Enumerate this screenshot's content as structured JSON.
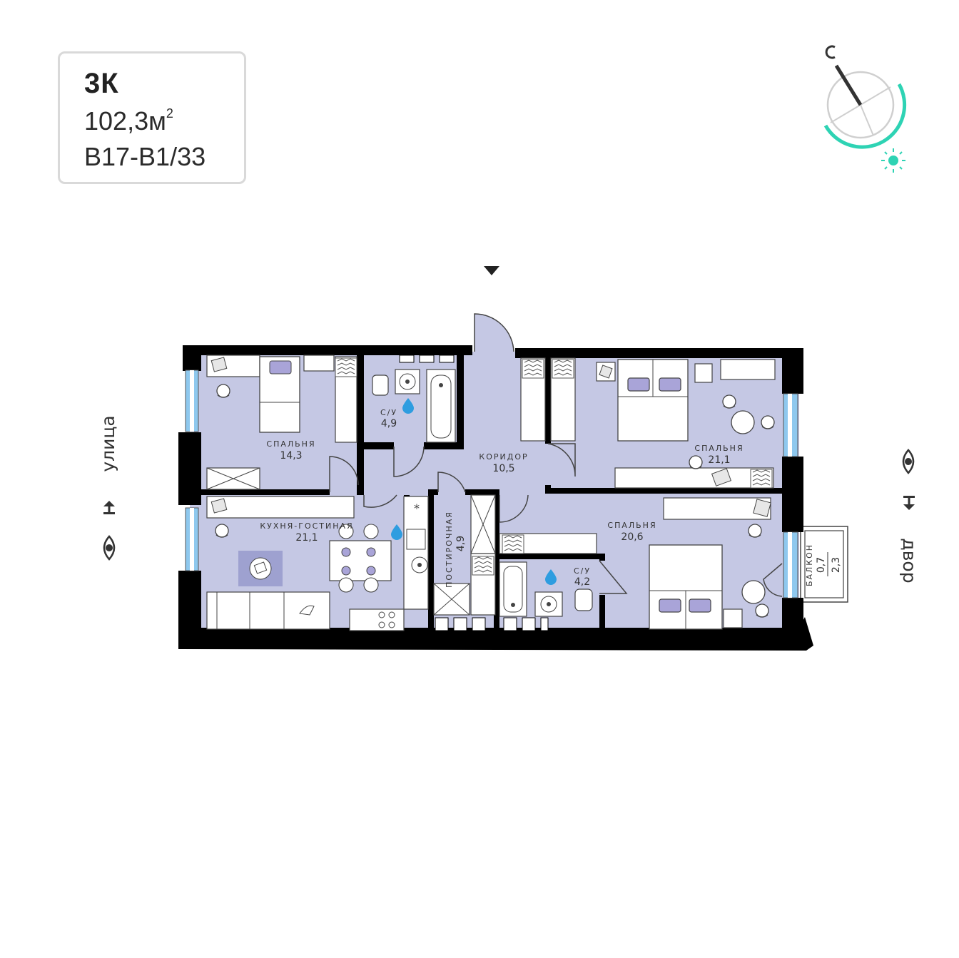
{
  "apartment": {
    "type": "3К",
    "area_number": "102,3м",
    "area_sup": "2",
    "code": "В17-В1/33"
  },
  "rooms": [
    {
      "id": "bedroom-1",
      "name": "СПАЛЬНЯ",
      "area": "14,3"
    },
    {
      "id": "bathroom-1",
      "name": "С/У",
      "area": "4,9"
    },
    {
      "id": "corridor",
      "name": "КОРИДОР",
      "area": "10,5"
    },
    {
      "id": "bedroom-2",
      "name": "СПАЛЬНЯ",
      "area": "21,1"
    },
    {
      "id": "kitchen-living",
      "name": "КУХНЯ-ГОСТИНАЯ",
      "area": "21,1"
    },
    {
      "id": "laundry",
      "name": "ПОСТИРОЧНАЯ",
      "area": "4,9"
    },
    {
      "id": "bedroom-3",
      "name": "СПАЛЬНЯ",
      "area": "20,6"
    },
    {
      "id": "bathroom-2",
      "name": "С/У",
      "area": "4,2"
    },
    {
      "id": "balcony",
      "name": "БАЛКОН",
      "area": "0,7",
      "area2": "2,3"
    }
  ],
  "sides": {
    "left": "улица",
    "right": "двор"
  },
  "colors": {
    "room_fill": "#c5c8e4",
    "wall": "#000000",
    "window": "#8ec8ee",
    "compass_accent": "#2ed3b4",
    "water_drop": "#2e9de0"
  },
  "icons": {
    "compass": "compass-icon",
    "sun": "sun-icon",
    "entrance": "entrance-arrow-icon",
    "view": "eye-icon",
    "water": "water-drop-icon"
  }
}
